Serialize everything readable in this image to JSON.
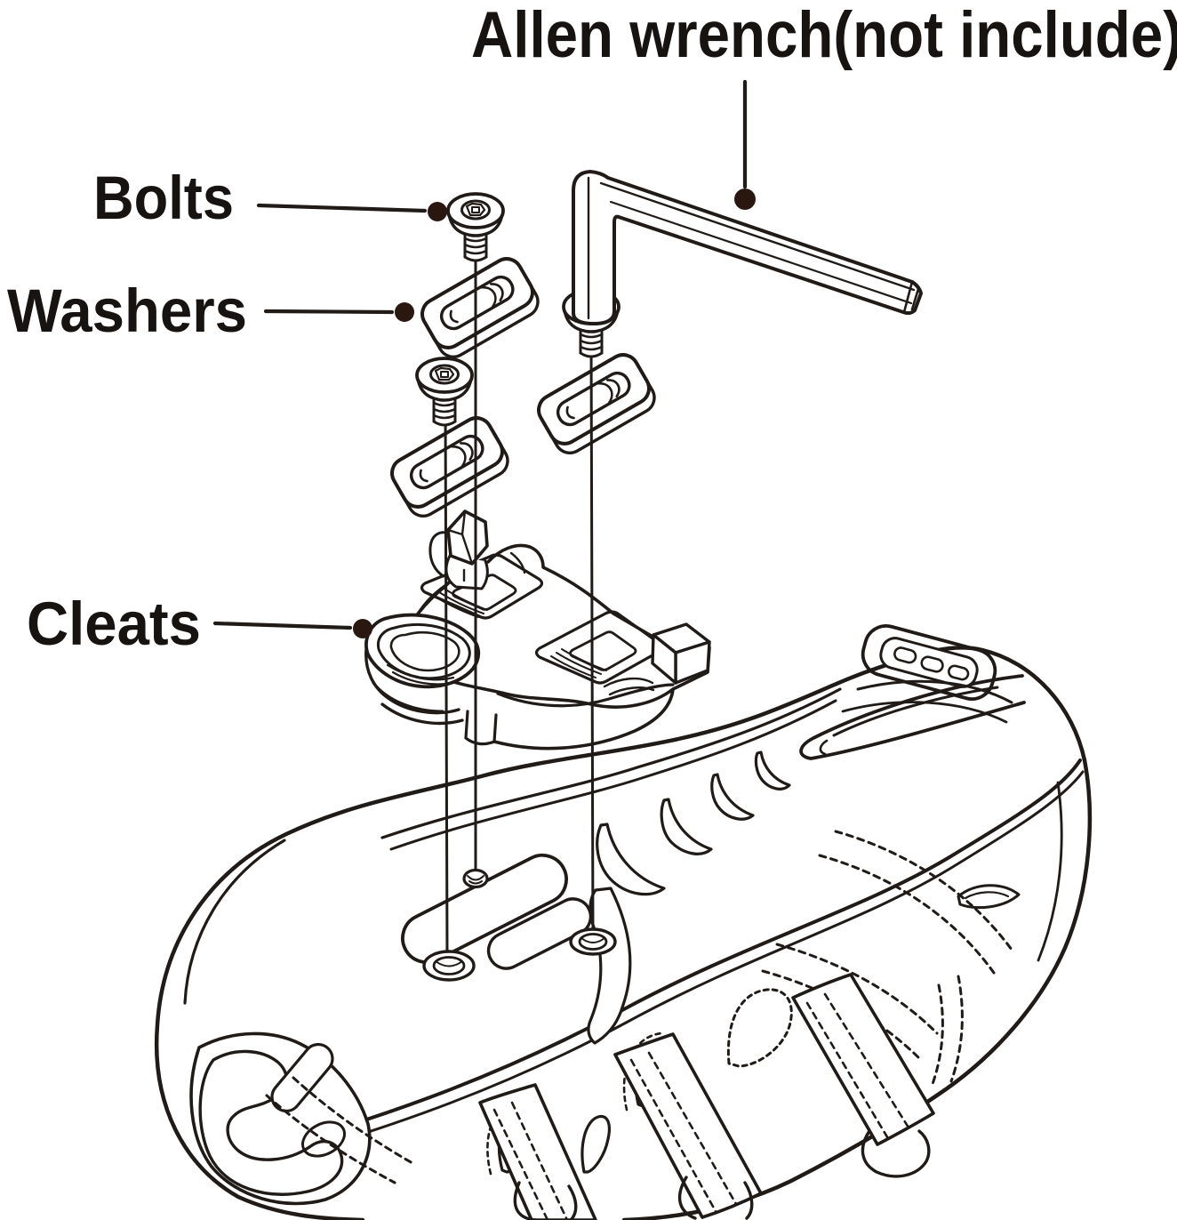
{
  "diagram": {
    "title": "Allen wrench(not include)",
    "labels": {
      "bolts": "Bolts",
      "washers": "Washers",
      "cleats": "Cleats"
    },
    "colors": {
      "ink": "#201b17",
      "background": "#ffffff",
      "leader_dot": "#2a1810"
    },
    "parts": [
      "allen-wrench-icon",
      "bolt-icon",
      "washer-icon",
      "cleat-icon",
      "cycling-shoe-sole-icon"
    ]
  }
}
